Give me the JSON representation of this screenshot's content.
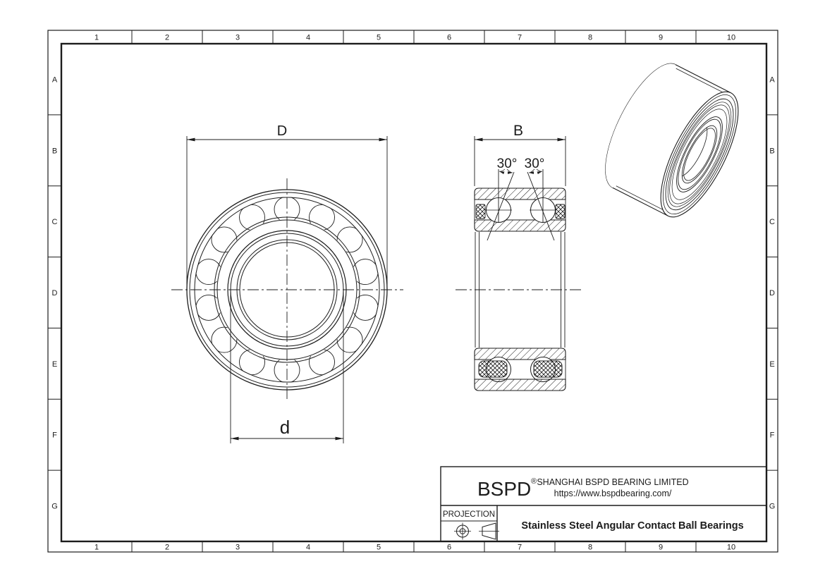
{
  "meta": {
    "background_color": "#ffffff",
    "line_color": "#1c1c1c",
    "document_type": "engineering drawing"
  },
  "grid": {
    "columns": [
      "1",
      "2",
      "3",
      "4",
      "5",
      "6",
      "7",
      "8",
      "9",
      "10"
    ],
    "rows": [
      "A",
      "B",
      "C",
      "D",
      "E",
      "F",
      "G"
    ]
  },
  "dimensions": {
    "outer_diameter_label": "D",
    "bore_diameter_label": "d",
    "width_label": "B",
    "contact_angle_left": "30°",
    "contact_angle_right": "30°"
  },
  "title_block": {
    "logo": "BSPD",
    "registered_mark": "®",
    "company": "SHANGHAI BSPD BEARING LIMITED",
    "website": "https://www.bspdbearing.com/",
    "projection_label": "PROJECTION",
    "drawing_title": "Stainless Steel Angular Contact Ball Bearings"
  }
}
